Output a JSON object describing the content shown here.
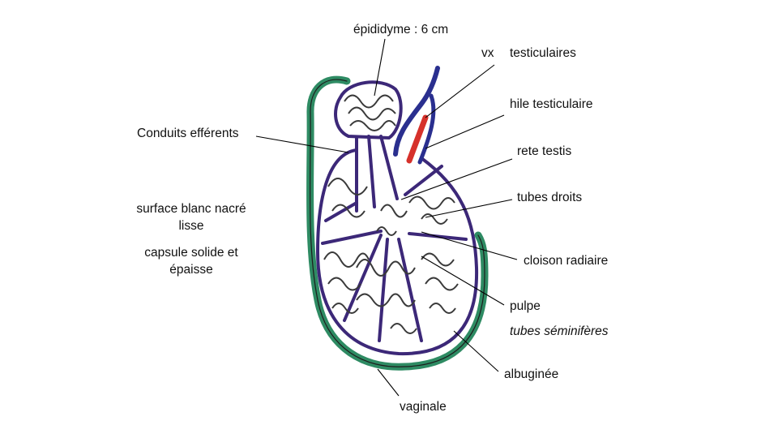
{
  "labels": {
    "epididyme": "épididyme : 6 cm",
    "vx": "vx",
    "testiculaires": "testiculaires",
    "hile": "hile testiculaire",
    "conduits": "Conduits efférents",
    "rete": "rete testis",
    "tubes_droits": "tubes droits",
    "surface_line1": "surface blanc nacré",
    "surface_line2": "lisse",
    "capsule_line1": "capsule solide et",
    "capsule_line2": "épaisse",
    "cloison": "cloison radiaire",
    "pulpe": "pulpe",
    "tubes_seminiferes": "tubes séminifères",
    "albuginee": "albuginée",
    "vaginale": "vaginale"
  },
  "colors": {
    "vaginale": "#2e8b63",
    "albuginee": "#3c2878",
    "vein": "#2a2f8f",
    "artery": "#d6312b",
    "tubules": "#3a3a3a",
    "leader": "#000000"
  }
}
